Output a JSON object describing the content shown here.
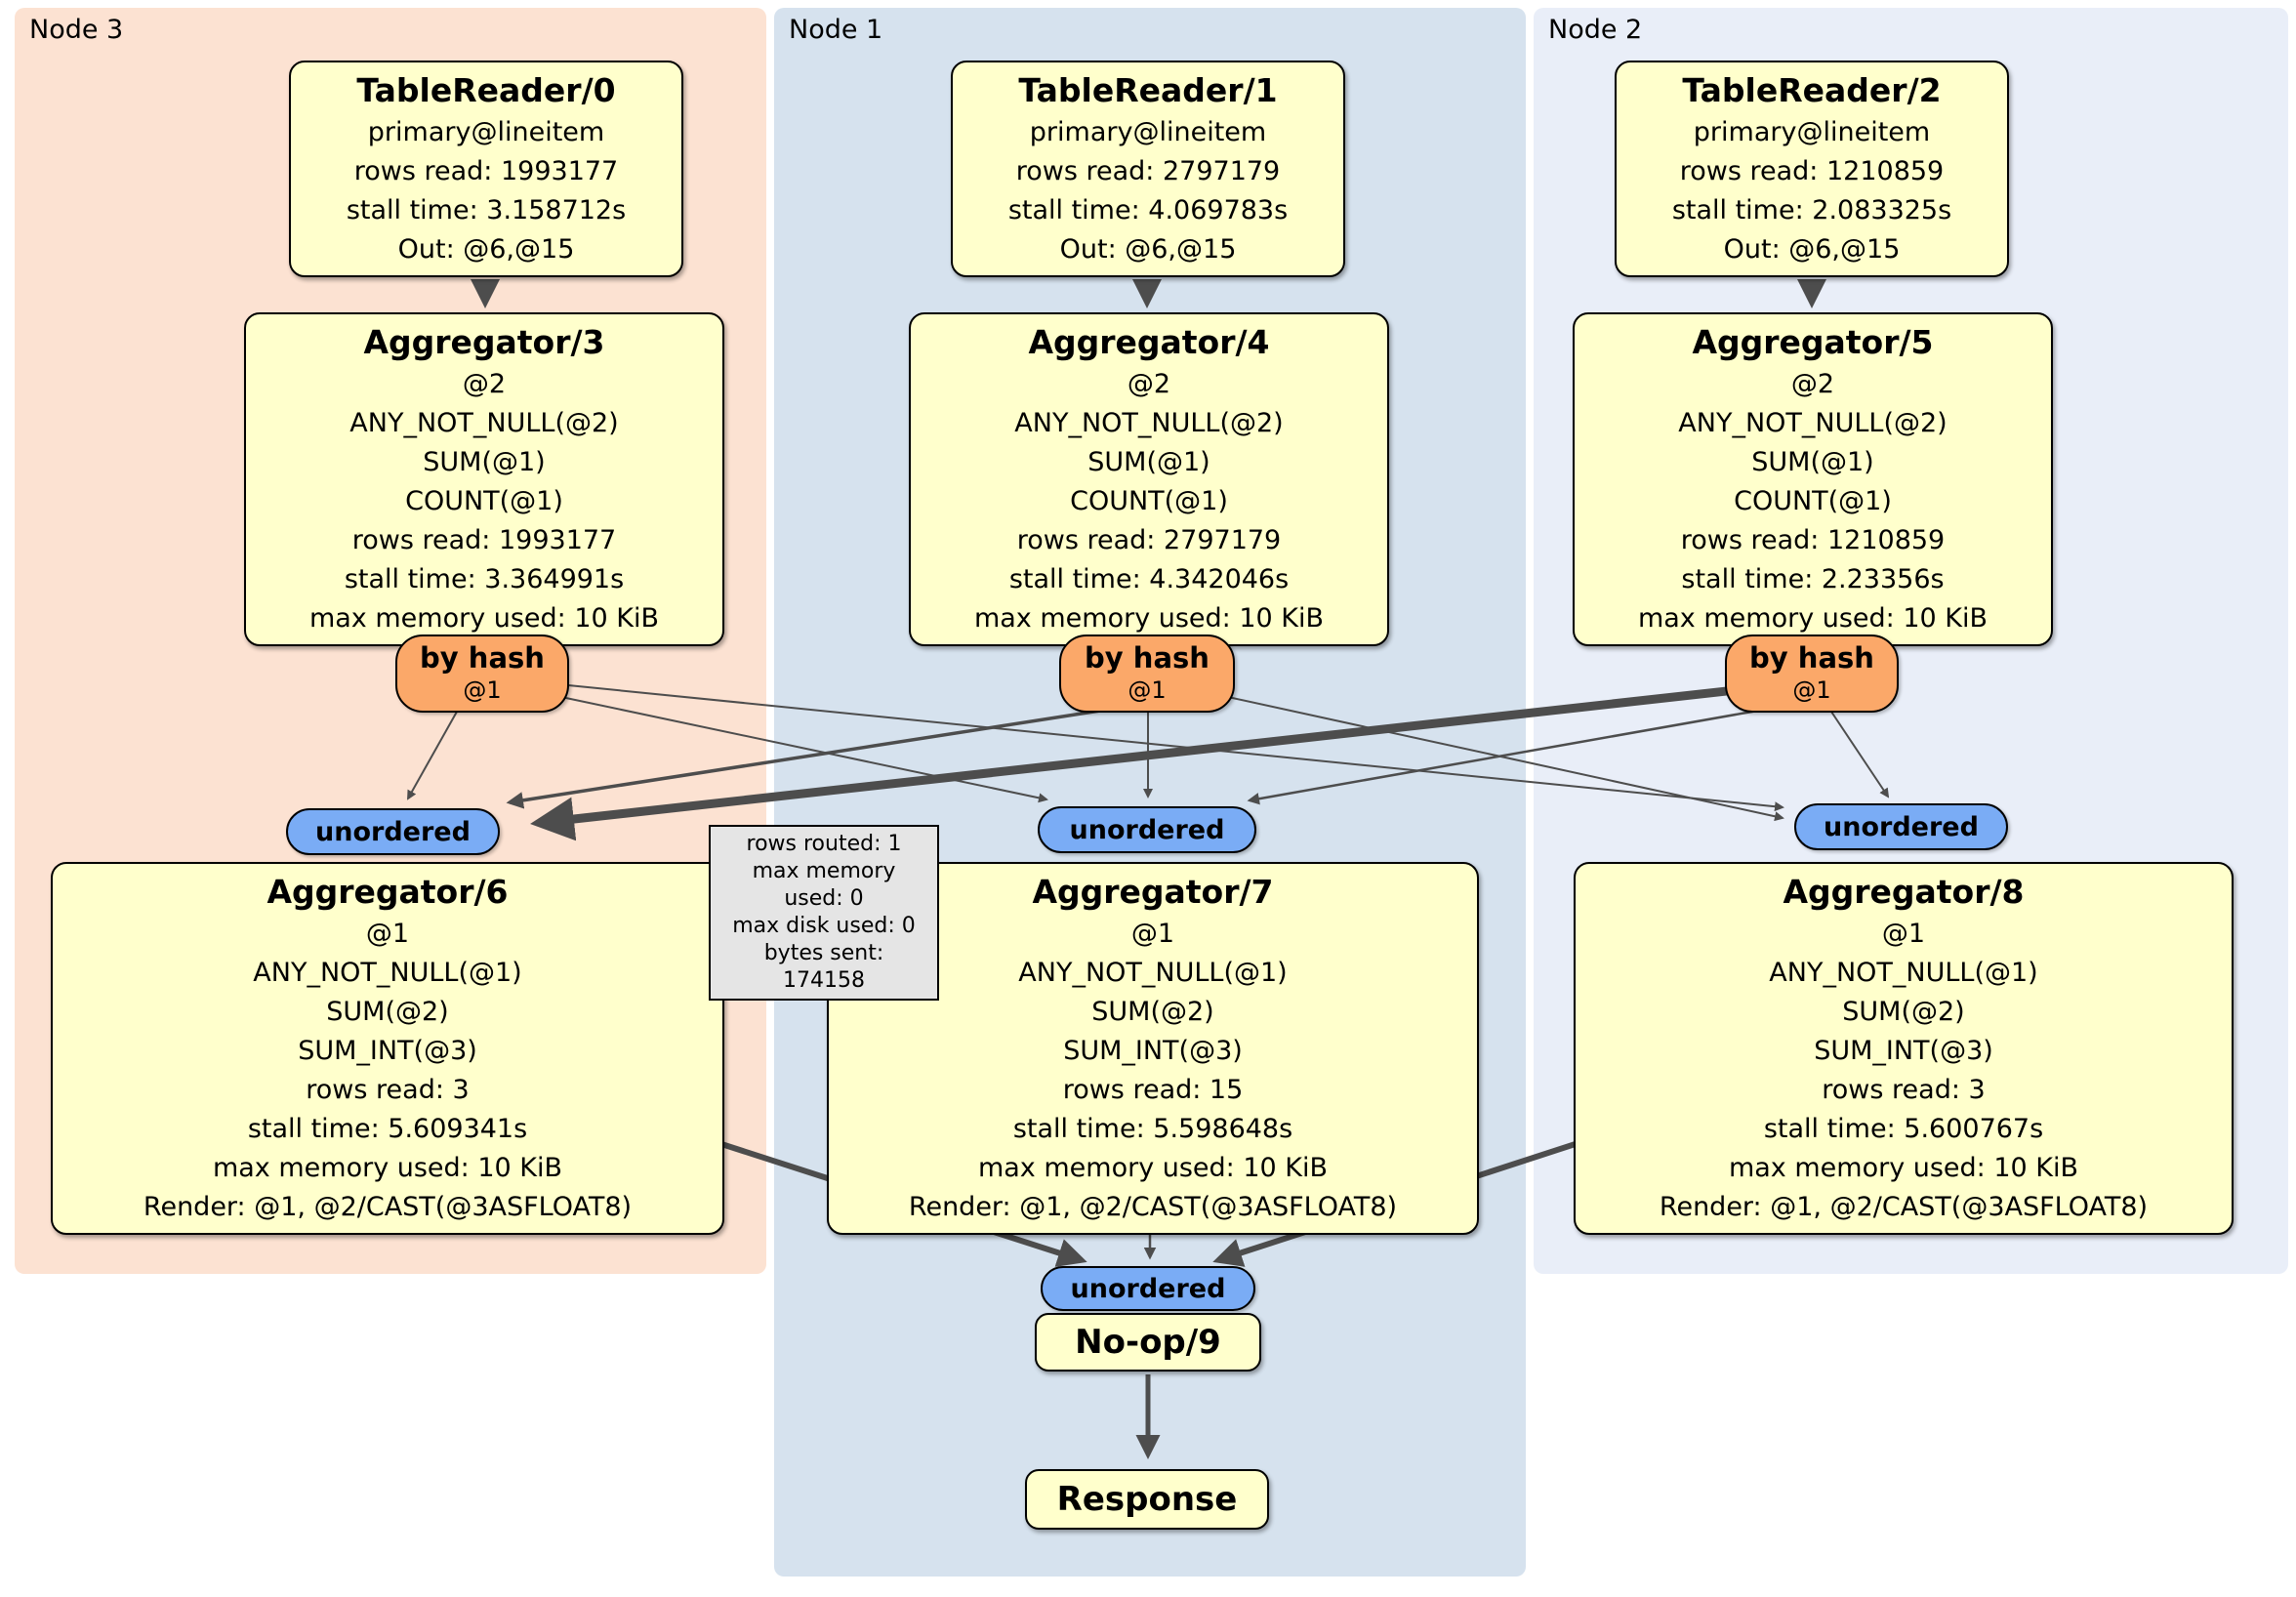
{
  "panels": {
    "node3": {
      "label": "Node 3"
    },
    "node1": {
      "label": "Node 1"
    },
    "node2": {
      "label": "Node 2"
    }
  },
  "operators": {
    "tr0": {
      "title": "TableReader/0",
      "lines": [
        "primary@lineitem",
        "rows read: 1993177",
        "stall time: 3.158712s",
        "Out: @6,@15"
      ]
    },
    "tr1": {
      "title": "TableReader/1",
      "lines": [
        "primary@lineitem",
        "rows read: 2797179",
        "stall time: 4.069783s",
        "Out: @6,@15"
      ]
    },
    "tr2": {
      "title": "TableReader/2",
      "lines": [
        "primary@lineitem",
        "rows read: 1210859",
        "stall time: 2.083325s",
        "Out: @6,@15"
      ]
    },
    "agg3": {
      "title": "Aggregator/3",
      "lines": [
        "@2",
        "ANY_NOT_NULL(@2)",
        "SUM(@1)",
        "COUNT(@1)",
        "rows read: 1993177",
        "stall time: 3.364991s",
        "max memory used: 10 KiB"
      ]
    },
    "agg4": {
      "title": "Aggregator/4",
      "lines": [
        "@2",
        "ANY_NOT_NULL(@2)",
        "SUM(@1)",
        "COUNT(@1)",
        "rows read: 2797179",
        "stall time: 4.342046s",
        "max memory used: 10 KiB"
      ]
    },
    "agg5": {
      "title": "Aggregator/5",
      "lines": [
        "@2",
        "ANY_NOT_NULL(@2)",
        "SUM(@1)",
        "COUNT(@1)",
        "rows read: 1210859",
        "stall time: 2.23356s",
        "max memory used: 10 KiB"
      ]
    },
    "agg6": {
      "title": "Aggregator/6",
      "lines": [
        "@1",
        "ANY_NOT_NULL(@1)",
        "SUM(@2)",
        "SUM_INT(@3)",
        "rows read: 3",
        "stall time: 5.609341s",
        "max memory used: 10 KiB",
        "Render: @1, @2/CAST(@3ASFLOAT8)"
      ]
    },
    "agg7": {
      "title": "Aggregator/7",
      "lines": [
        "@1",
        "ANY_NOT_NULL(@1)",
        "SUM(@2)",
        "SUM_INT(@3)",
        "rows read: 15",
        "stall time: 5.598648s",
        "max memory used: 10 KiB",
        "Render: @1, @2/CAST(@3ASFLOAT8)"
      ]
    },
    "agg8": {
      "title": "Aggregator/8",
      "lines": [
        "@1",
        "ANY_NOT_NULL(@1)",
        "SUM(@2)",
        "SUM_INT(@3)",
        "rows read: 3",
        "stall time: 5.600767s",
        "max memory used: 10 KiB",
        "Render: @1, @2/CAST(@3ASFLOAT8)"
      ]
    },
    "noop": {
      "title": "No-op/9"
    },
    "response": {
      "title": "Response"
    }
  },
  "routers": {
    "hash_label": "by hash",
    "hash_arg": "@1",
    "unordered_label": "unordered"
  },
  "tooltip": {
    "lines": [
      "rows routed: 1",
      "max memory used: 0",
      "max disk used: 0",
      "bytes sent: 174158"
    ]
  },
  "colors": {
    "node3_bg": "#fce2d2",
    "node1_bg": "#d6e2ee",
    "node2_bg": "#e9eef8",
    "operator_bg": "#ffffcc",
    "router_bg": "#fba869",
    "stream_bg": "#7aacf5",
    "tooltip_bg": "#e5e5e5",
    "edge": "#4d4d4d"
  }
}
